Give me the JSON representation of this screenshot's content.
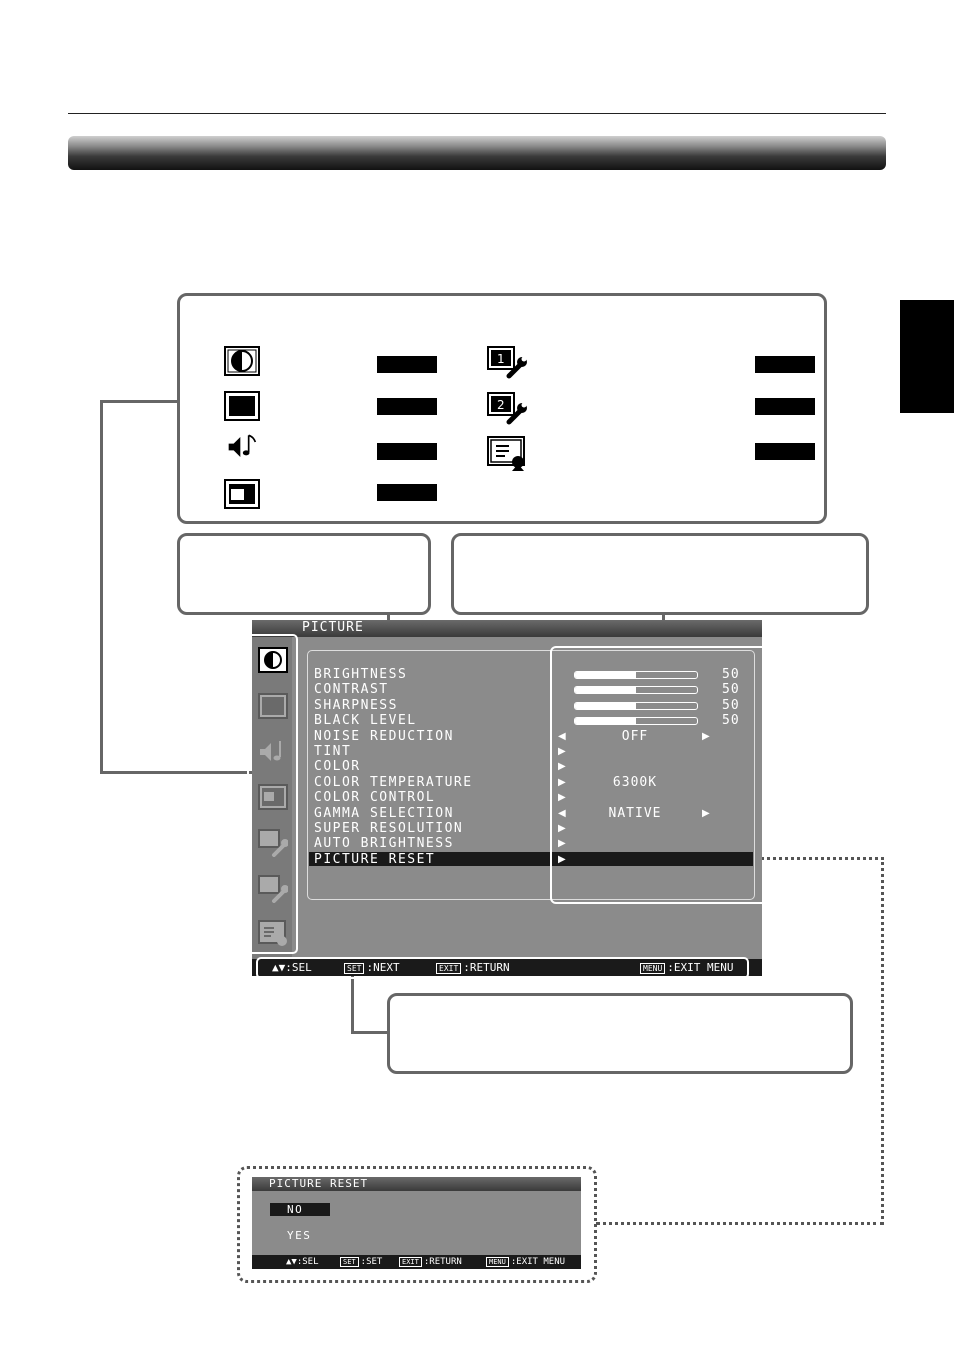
{
  "osd": {
    "title": "PICTURE",
    "rows": [
      {
        "label": "BRIGHTNESS",
        "kind": "slider",
        "level": 0.5,
        "value": "50"
      },
      {
        "label": "CONTRAST",
        "kind": "slider",
        "level": 0.5,
        "value": "50"
      },
      {
        "label": "SHARPNESS",
        "kind": "slider",
        "level": 0.5,
        "value": "50"
      },
      {
        "label": "BLACK LEVEL",
        "kind": "slider",
        "level": 0.5,
        "value": "50"
      },
      {
        "label": "NOISE REDUCTION",
        "kind": "select",
        "value": "OFF"
      },
      {
        "label": "TINT",
        "kind": "sub",
        "value": ""
      },
      {
        "label": "COLOR",
        "kind": "sub",
        "value": ""
      },
      {
        "label": "COLOR TEMPERATURE",
        "kind": "sub",
        "value": "6300K"
      },
      {
        "label": "COLOR CONTROL",
        "kind": "sub",
        "value": ""
      },
      {
        "label": "GAMMA SELECTION",
        "kind": "select",
        "value": "NATIVE"
      },
      {
        "label": "SUPER RESOLUTION",
        "kind": "sub",
        "value": ""
      },
      {
        "label": "AUTO BRIGHTNESS",
        "kind": "sub",
        "value": ""
      },
      {
        "label": "PICTURE RESET",
        "kind": "sub",
        "value": "",
        "selected": true
      }
    ],
    "footer": {
      "sel_label": ":SEL",
      "set_key": "SET",
      "next_label": ":NEXT",
      "exit_key": "EXIT",
      "return_label": ":RETURN",
      "menu_key": "MENU",
      "exitmenu_label": ":EXIT MENU"
    }
  },
  "reset_menu": {
    "title": "PICTURE RESET",
    "options": [
      "NO",
      "YES"
    ],
    "selected_index": 0,
    "footer": {
      "sel_label": ":SEL",
      "set_key": "SET",
      "set_label": ":SET",
      "exit_key": "EXIT",
      "return_label": ":RETURN",
      "menu_key": "MENU",
      "exitmenu_label": ":EXIT MENU"
    }
  },
  "icon_legend": {
    "left": [
      "picture-icon",
      "screen-icon",
      "audio-icon",
      "pip-icon"
    ],
    "right": [
      "setup1-icon",
      "setup2-icon",
      "advanced-option-icon"
    ]
  },
  "side_icons": [
    "picture-icon",
    "screen-icon",
    "audio-icon",
    "pip-icon",
    "setup1-icon",
    "setup2-icon",
    "advanced-option-icon"
  ],
  "labels": {
    "setup1_num": "1",
    "setup2_num": "2"
  }
}
